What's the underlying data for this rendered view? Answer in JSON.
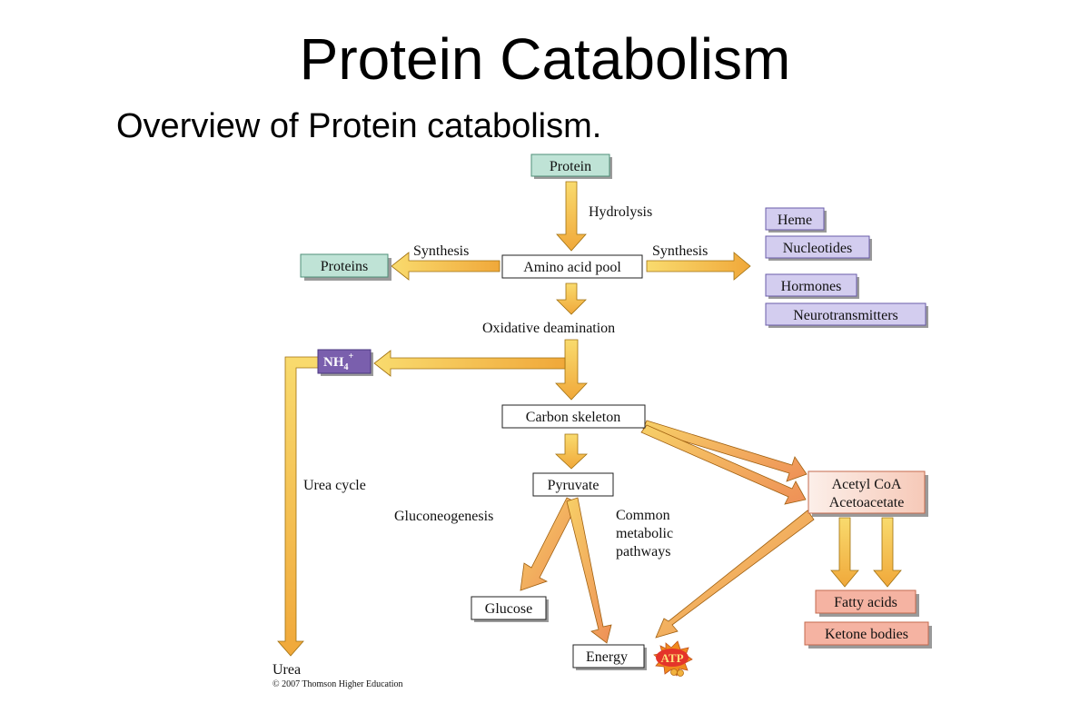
{
  "slide": {
    "title": "Protein Catabolism",
    "subtitle": "Overview of Protein catabolism."
  },
  "boxes": {
    "protein": "Protein",
    "amino_acid_pool": "Amino acid pool",
    "proteins": "Proteins",
    "heme": "Heme",
    "nucleotides": "Nucleotides",
    "hormones": "Hormones",
    "neurotransmitters": "Neurotransmitters",
    "nh4": "NH",
    "nh4_sub": "4",
    "nh4_sup": "+",
    "carbon_skeleton": "Carbon skeleton",
    "pyruvate": "Pyruvate",
    "acetyl_coa": "Acetyl CoA",
    "acetoacetate": "Acetoacetate",
    "glucose": "Glucose",
    "energy": "Energy",
    "atp": "ATP",
    "fatty_acids": "Fatty acids",
    "ketone_bodies": "Ketone bodies"
  },
  "labels": {
    "hydrolysis": "Hydrolysis",
    "synthesis_left": "Synthesis",
    "synthesis_right": "Synthesis",
    "oxidative_deamination": "Oxidative deamination",
    "urea_cycle": "Urea cycle",
    "gluconeogenesis": "Gluconeogenesis",
    "common_1": "Common",
    "common_2": "metabolic",
    "common_3": "pathways",
    "urea": "Urea",
    "credit": "© 2007 Thomson Higher Education"
  },
  "colors": {
    "teal": "#bfe3d6",
    "lavender": "#d3cdef",
    "purple": "#7a5fad",
    "salmon": "#f5b3a2",
    "peach": "#fbe3d9",
    "arrow": "#f6c24a"
  }
}
